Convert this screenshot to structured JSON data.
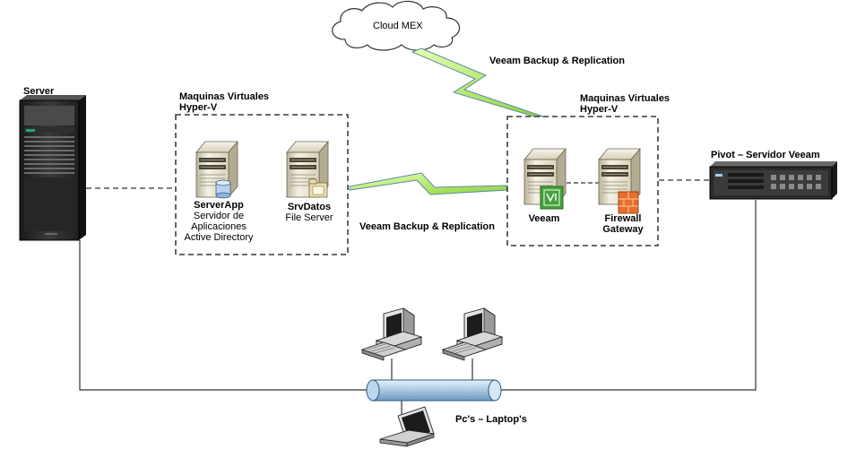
{
  "cloud": {
    "label": "Cloud MEX"
  },
  "links": {
    "cloud_link": "Veeam Backup & Replication",
    "site_link": "Veeam Backup & Replication"
  },
  "server": {
    "label": "Server"
  },
  "left_group": {
    "title_line1": "Maquinas Virtuales",
    "title_line2": "Hyper-V"
  },
  "serverapp": {
    "name": "ServerApp",
    "line1": "Servidor de",
    "line2": "Aplicaciones",
    "line3": "Active Directory"
  },
  "srvdatos": {
    "name": "SrvDatos",
    "line1": "File Server"
  },
  "right_group": {
    "title_line1": "Maquinas Virtuales",
    "title_line2": "Hyper-V"
  },
  "veeam": {
    "name": "Veeam"
  },
  "firewall": {
    "line1": "Firewall",
    "line2": "Gateway"
  },
  "pivot": {
    "label": "Pivot – Servidor Veeam"
  },
  "clients": {
    "label": "Pc's – Laptop's"
  }
}
